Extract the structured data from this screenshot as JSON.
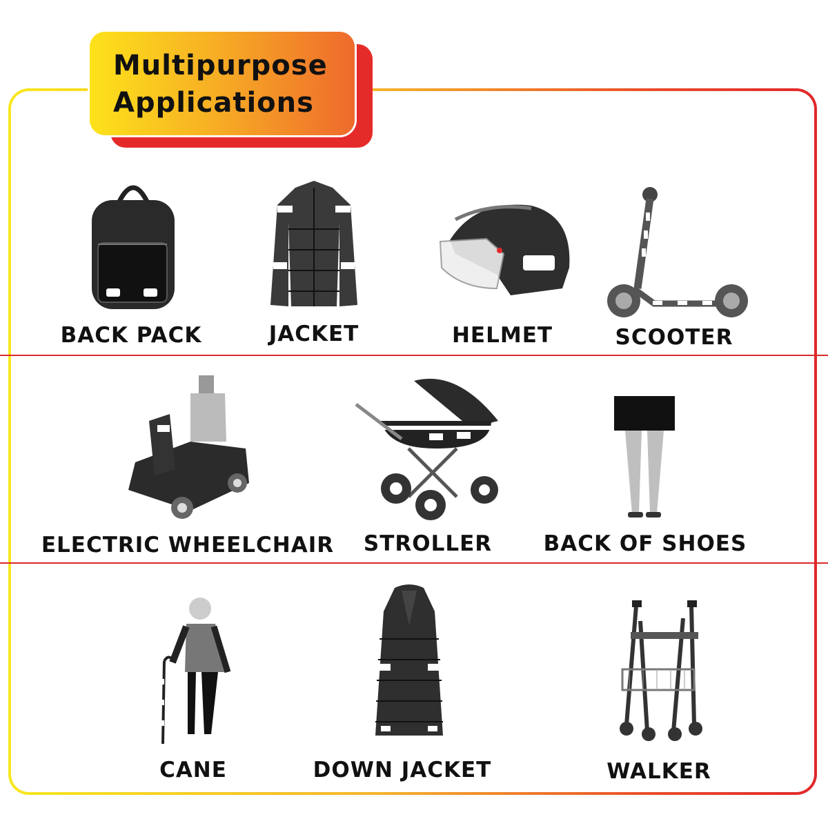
{
  "title": {
    "line1": "Multipurpose",
    "line2": "Applications"
  },
  "colors": {
    "accent_red": "#e0282a",
    "accent_yellow": "#f7e71e",
    "accent_orange": "#ee6a2c"
  },
  "items": [
    {
      "label": "BACK PACK",
      "icon": "backpack-icon"
    },
    {
      "label": "JACKET",
      "icon": "jacket-icon"
    },
    {
      "label": "HELMET",
      "icon": "helmet-icon"
    },
    {
      "label": "SCOOTER",
      "icon": "scooter-icon"
    },
    {
      "label": "ELECTRIC WHEELCHAIR",
      "icon": "electric-wheelchair-icon"
    },
    {
      "label": "STROLLER",
      "icon": "stroller-icon"
    },
    {
      "label": "BACK OF SHOES",
      "icon": "legs-shoes-icon"
    },
    {
      "label": "CANE",
      "icon": "elderly-cane-icon"
    },
    {
      "label": "DOWN JACKET",
      "icon": "down-jacket-icon"
    },
    {
      "label": "WALKER",
      "icon": "walker-icon"
    }
  ]
}
